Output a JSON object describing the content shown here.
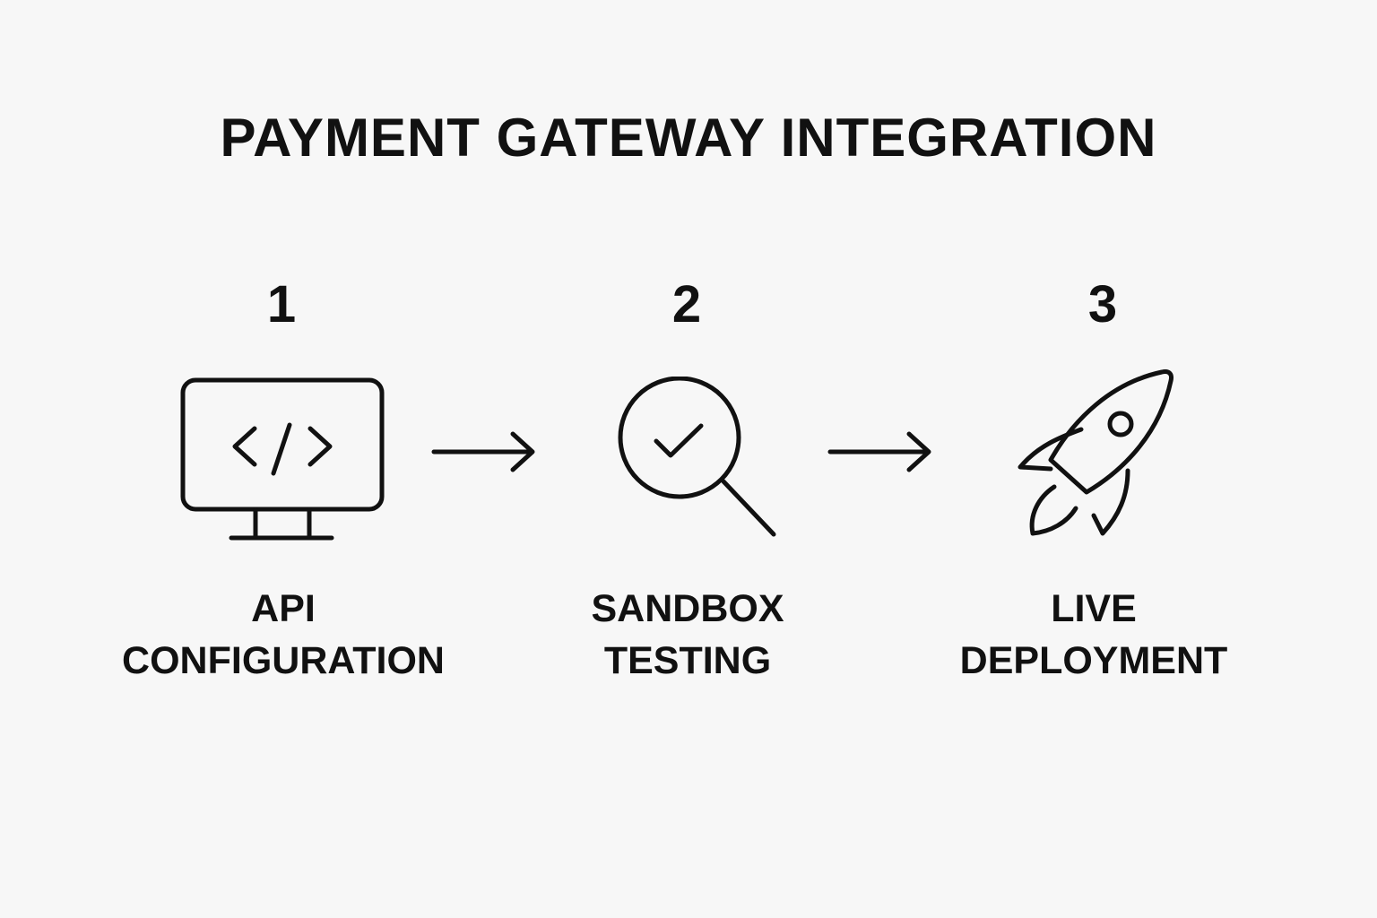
{
  "title": "PAYMENT GATEWAY INTEGRATION",
  "steps": [
    {
      "number": "1",
      "label_line1": "API",
      "label_line2": "CONFIGURATION",
      "icon": "code-monitor-icon"
    },
    {
      "number": "2",
      "label_line1": "SANDBOX",
      "label_line2": "TESTING",
      "icon": "magnifier-check-icon"
    },
    {
      "number": "3",
      "label_line1": "LIVE",
      "label_line2": "DEPLOYMENT",
      "icon": "rocket-icon"
    }
  ],
  "connectors": [
    "arrow-right-icon",
    "arrow-right-icon"
  ],
  "colors": {
    "background": "#f7f7f7",
    "ink": "#111111"
  }
}
